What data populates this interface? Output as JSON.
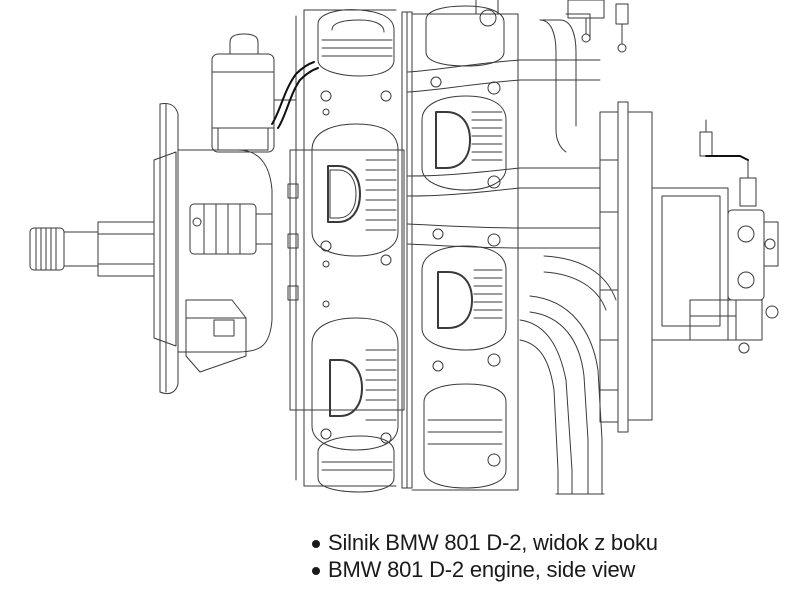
{
  "drawing": {
    "subject": "BMW 801 D-2 radial engine line drawing",
    "stroke_color": "#3a3a3a",
    "wire_color": "#111111"
  },
  "captions": [
    {
      "text": "Silnik BMW 801 D-2, widok z boku"
    },
    {
      "text": "BMW 801 D-2 engine, side view"
    }
  ]
}
